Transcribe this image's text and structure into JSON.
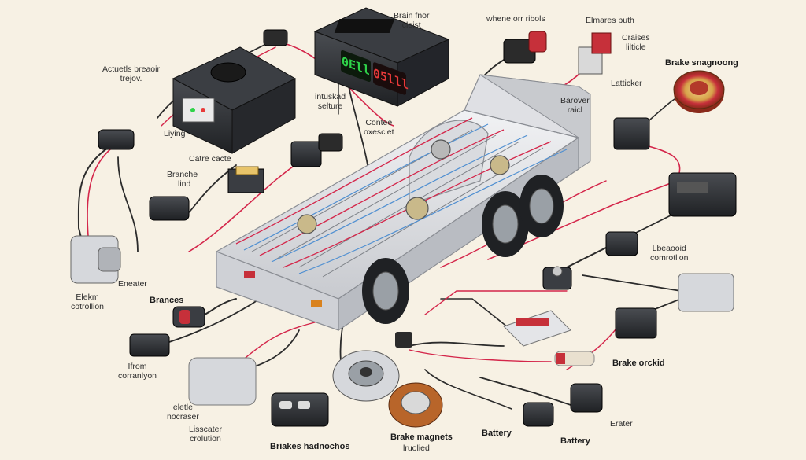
{
  "labels": {
    "actuators_breaker": [
      "Actuetls breaoir",
      "trejov."
    ],
    "lying": "Liying",
    "cable_cache": "Catre cacte",
    "branche_lind": [
      "Branche",
      "lind"
    ],
    "brain_front": [
      "Brain fnor",
      "cleist"
    ],
    "intusked_setture": [
      "intuskad",
      "selture"
    ],
    "contee_oxesclet": [
      "Contee",
      "oxesclet"
    ],
    "whene_ort": "whene orr ribols",
    "elmares_puth": "Elmares puth",
    "craises_lilticle": [
      "Craises",
      "lilticle"
    ],
    "latticker": "Latticker",
    "barover_raicl": [
      "Barover",
      "raicl"
    ],
    "brake_shagnoong": "Brake snagnoong",
    "eneater": "Eneater",
    "elekm_cotrollon": [
      "Elekm",
      "cotrollion"
    ],
    "brances": "Brances",
    "ifrom_corranlyon": [
      "Ifrom",
      "corranlyon"
    ],
    "eletle_nocraser": [
      "eletle",
      "nocraser"
    ],
    "lisscater_crollution": [
      "Lisscater",
      "crolution"
    ],
    "briakes_hadnochos": "Briakes hadnochos",
    "brake_magnets": "Brake magnets",
    "lriuolied": "lruolied",
    "battery_left": "Battery",
    "battery_center": "Battery",
    "erater": "Erater",
    "brake_orckid": "Brake orckid",
    "teaooid_comrotlion": [
      "Lbeaooid",
      "comrotlion"
    ]
  },
  "displays": {
    "green": "0Ell",
    "red": "05lll"
  },
  "colors": {
    "background": "#f7f1e4",
    "wire_red": "#d4264a",
    "wire_blue": "#4f8fd1",
    "wire_black": "#2b2b2b",
    "trailer_body": "#e3e4e7",
    "display_green": "#2fd34a",
    "display_red": "#e83a3a",
    "pad_gold": "#d7a24a",
    "pad_red": "#c6303a"
  }
}
